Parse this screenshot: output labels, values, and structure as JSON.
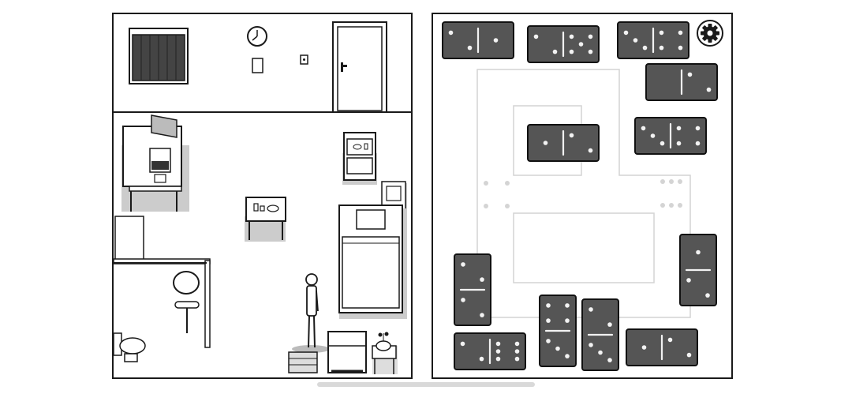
{
  "scene": {
    "room": {
      "name": "white-room",
      "player_character": "man-in-room"
    },
    "puzzle": {
      "kind": "domino-placement",
      "settings_icon": "gear-icon",
      "dominoes": [
        {
          "id": "top-1",
          "values": [
            2,
            1
          ],
          "orientation": "horizontal"
        },
        {
          "id": "top-2",
          "values": [
            2,
            5
          ],
          "orientation": "horizontal"
        },
        {
          "id": "top-3",
          "values": [
            3,
            4
          ],
          "orientation": "horizontal"
        },
        {
          "id": "right-1",
          "values": [
            0,
            2
          ],
          "orientation": "horizontal"
        },
        {
          "id": "center",
          "values": [
            1,
            2
          ],
          "orientation": "horizontal"
        },
        {
          "id": "right-2",
          "values": [
            3,
            4
          ],
          "orientation": "horizontal"
        },
        {
          "id": "left-vertical",
          "values": [
            2,
            2
          ],
          "orientation": "vertical"
        },
        {
          "id": "right-vertical",
          "values": [
            1,
            2
          ],
          "orientation": "vertical"
        },
        {
          "id": "bottom-vertical-1",
          "values": [
            4,
            3
          ],
          "orientation": "vertical"
        },
        {
          "id": "bottom-vertical-2",
          "values": [
            2,
            3
          ],
          "orientation": "vertical"
        },
        {
          "id": "bottom-left",
          "values": [
            2,
            6
          ],
          "orientation": "horizontal"
        },
        {
          "id": "bottom-right",
          "values": [
            1,
            2
          ],
          "orientation": "horizontal"
        }
      ]
    },
    "accent": "#555555"
  }
}
